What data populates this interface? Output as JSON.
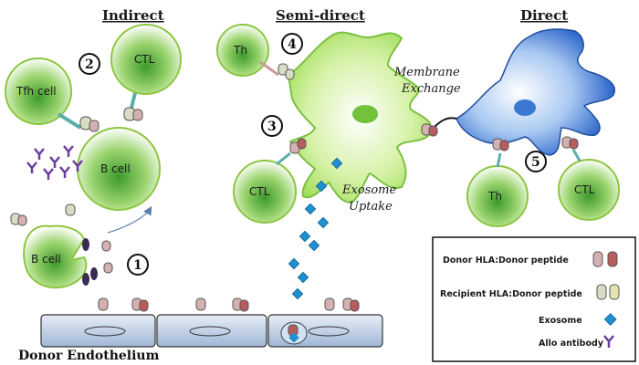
{
  "panels": {
    "indirect": "Indirect",
    "semi_direct": "Semi-direct",
    "direct": "Direct"
  },
  "cells": {
    "tfh": "Tfh cell",
    "ctl_top": "CTL",
    "b_cell_main": "B cell",
    "b_cell_lower": "B cell",
    "th_top": "Th",
    "ctl_mid": "CTL",
    "th_bottom": "Th",
    "ctl_right": "CTL"
  },
  "steps": [
    "1",
    "2",
    "3",
    "4",
    "5"
  ],
  "annotations": {
    "membrane": "Membrane",
    "exchange": "Exchange",
    "exosome": "Exosome",
    "uptake": "Uptake"
  },
  "footer": "Donor Endothelium",
  "legend": {
    "items": [
      {
        "label": "Donor HLA:Donor peptide"
      },
      {
        "label": "Recipient HLA:Donor peptide"
      },
      {
        "label": "Exosome"
      },
      {
        "label": "Allo antibody"
      }
    ]
  },
  "colors": {
    "cell_outline": "#8cc63f",
    "cell_fill": "#3f9f2f",
    "apc_fill": "#a6e060",
    "dendritic_fill": "#2f6fd6",
    "exosome": "#1e8fd0",
    "antibody": "#6b3fa0",
    "endothelium": "#c6d6ea",
    "donor_hla": "#b85c5c",
    "recipient_hla": "#d8dcc2"
  }
}
